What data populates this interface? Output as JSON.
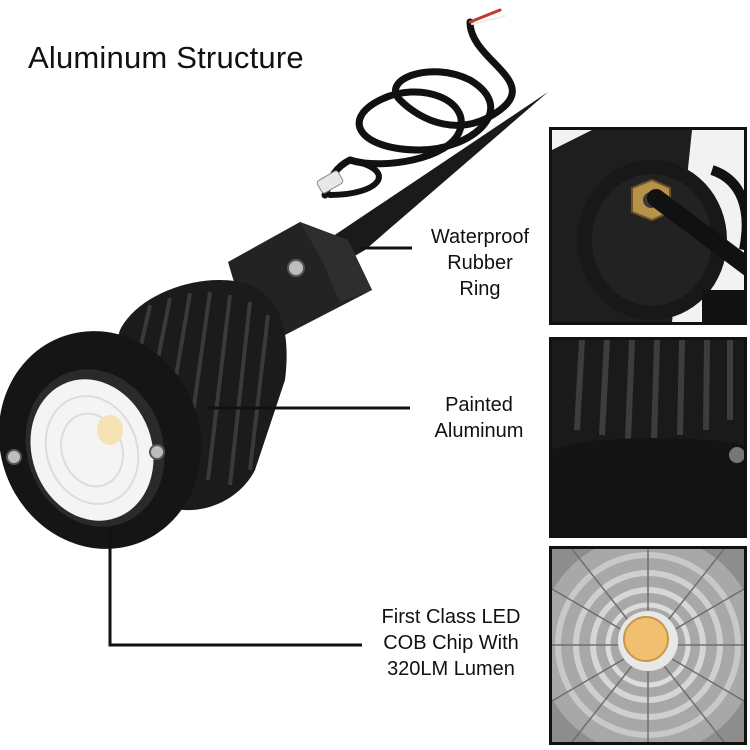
{
  "title": "Aluminum Structure",
  "callouts": {
    "waterproof": [
      "Waterproof",
      "Rubber",
      "Ring"
    ],
    "painted": [
      "Painted",
      "Aluminum"
    ],
    "led": [
      "First Class LED",
      "COB Chip With",
      "320LM Lumen"
    ]
  },
  "colors": {
    "housing": "#1c1c1c",
    "led_chip": "#f0c070",
    "lens": "#f4f4f4"
  }
}
